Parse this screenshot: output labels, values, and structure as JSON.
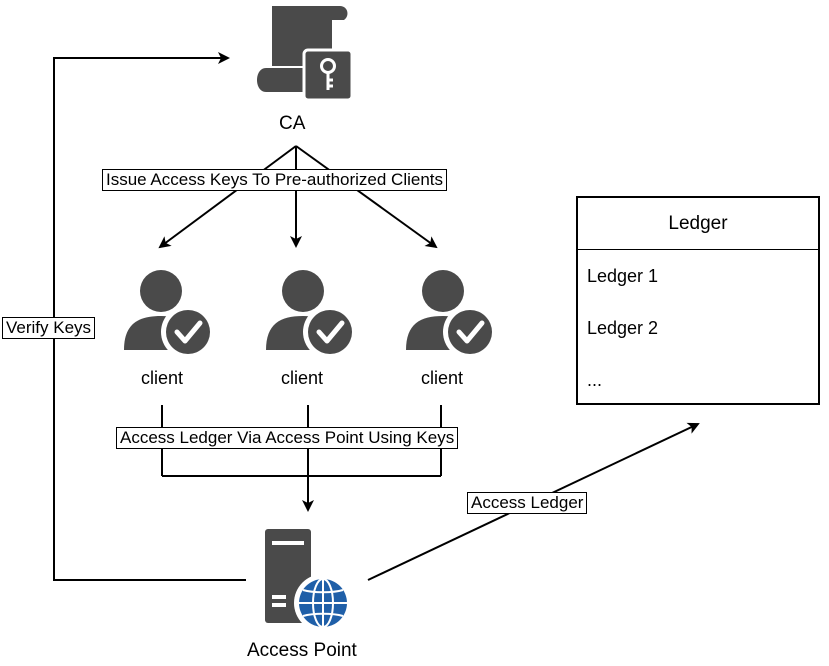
{
  "ca": {
    "label": "CA",
    "icon": "certificate-key-icon"
  },
  "issue_label": "Issue Access Keys To Pre-authorized Clients",
  "clients": [
    {
      "label": "client",
      "icon": "verified-user-icon"
    },
    {
      "label": "client",
      "icon": "verified-user-icon"
    },
    {
      "label": "client",
      "icon": "verified-user-icon"
    }
  ],
  "access_via_label": "Access Ledger Via Access Point Using Keys",
  "verify_label": "Verify Keys",
  "access_point": {
    "label": "Access Point",
    "icon": "server-globe-icon"
  },
  "access_ledger_label": "Access Ledger",
  "ledger": {
    "title": "Ledger",
    "items": [
      "Ledger 1",
      "Ledger 2",
      "..."
    ]
  },
  "colors": {
    "icon": "#4a4a4a",
    "globe": "#1f5fa8",
    "line": "#000000"
  }
}
